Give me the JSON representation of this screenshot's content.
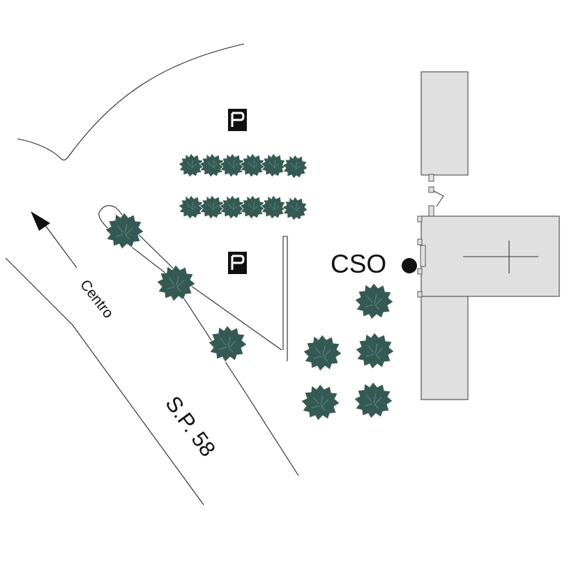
{
  "map": {
    "labels": {
      "cso": "CSO",
      "centro": "Centro",
      "road": "S.P. 58"
    },
    "parking_symbol": "P",
    "icons": [
      "parking-icon",
      "tree-icon",
      "church-cross-icon",
      "direction-arrow-icon",
      "location-dot-icon"
    ],
    "colors": {
      "tree": "#355a55",
      "building": "#e0e0e0",
      "marker": "#111111",
      "parking_bg": "#111111"
    }
  }
}
